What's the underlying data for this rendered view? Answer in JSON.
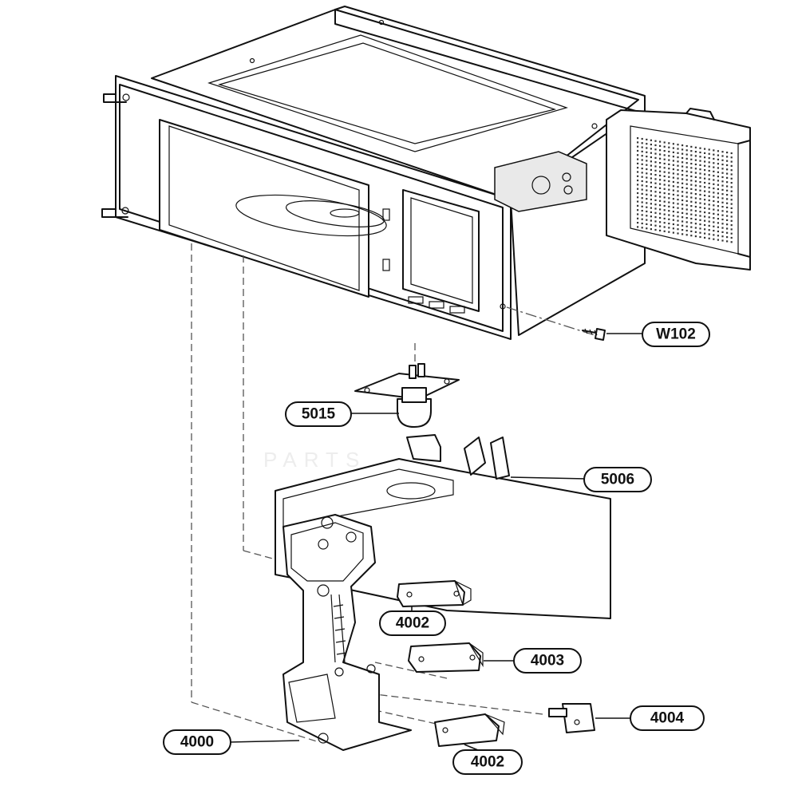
{
  "callouts": [
    {
      "id": "w102",
      "label": "W102"
    },
    {
      "id": "p5015",
      "label": "5015"
    },
    {
      "id": "p5006",
      "label": "5006"
    },
    {
      "id": "p4002a",
      "label": "4002"
    },
    {
      "id": "p4003",
      "label": "4003"
    },
    {
      "id": "p4004",
      "label": "4004"
    },
    {
      "id": "p4000",
      "label": "4000"
    },
    {
      "id": "p4002b",
      "label": "4002"
    }
  ]
}
